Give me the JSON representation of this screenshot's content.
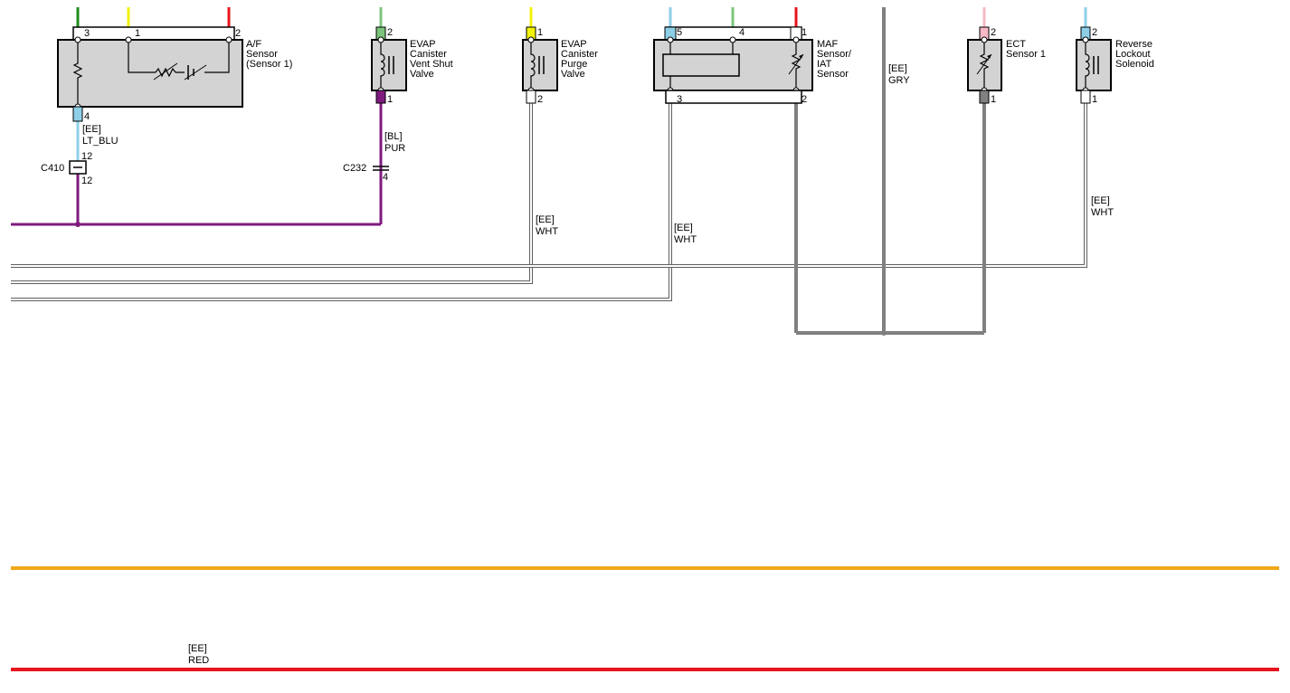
{
  "components": {
    "af_sensor": {
      "name_lines": [
        "A/F",
        "Sensor",
        "(Sensor 1)"
      ],
      "pins": [
        "3",
        "1",
        "2",
        "4"
      ]
    },
    "evap_vent": {
      "name_lines": [
        "EVAP",
        "Canister",
        "Vent Shut",
        "Valve"
      ],
      "pins": [
        "2",
        "1"
      ]
    },
    "evap_purge": {
      "name_lines": [
        "EVAP",
        "Canister",
        "Purge",
        "Valve"
      ],
      "pins": [
        "1",
        "2"
      ]
    },
    "maf_iat": {
      "name_lines": [
        "MAF",
        "Sensor/",
        "IAT",
        "Sensor"
      ],
      "pins": [
        "5",
        "4",
        "1",
        "3",
        "2"
      ]
    },
    "ect": {
      "name_lines": [
        "ECT",
        "Sensor 1"
      ],
      "pins": [
        "2",
        "1"
      ]
    },
    "reverse_lockout": {
      "name_lines": [
        "Reverse",
        "Lockout",
        "Solenoid"
      ],
      "pins": [
        "2",
        "1"
      ]
    }
  },
  "connectors": {
    "c410": {
      "name": "C410",
      "pin_top": "12",
      "pin_bottom": "12"
    },
    "c232": {
      "name": "C232",
      "pin": "4"
    }
  },
  "wire_labels": {
    "af_lt_blu": {
      "code": "[EE]",
      "color": "LT_BLU"
    },
    "evap_pur": {
      "code": "[BL]",
      "color": "PUR"
    },
    "purge_wht": {
      "code": "[EE]",
      "color": "WHT"
    },
    "maf_wht": {
      "code": "[EE]",
      "color": "WHT"
    },
    "gry": {
      "code": "[EE]",
      "color": "GRY"
    },
    "reverse_wht": {
      "code": "[EE]",
      "color": "WHT"
    },
    "red": {
      "code": "[EE]",
      "color": "RED"
    }
  },
  "wire_colors": {
    "green": "#1e8c1e",
    "light_green": "#7cc47c",
    "yellow": "#f2f20a",
    "red": "#e8141e",
    "light_blue": "#8ecfe8",
    "purple": "#7f1a7f",
    "gray": "#808080",
    "pink": "#f5b8c4",
    "orange": "#f0a818",
    "component_fill": "#d3d3d3"
  }
}
